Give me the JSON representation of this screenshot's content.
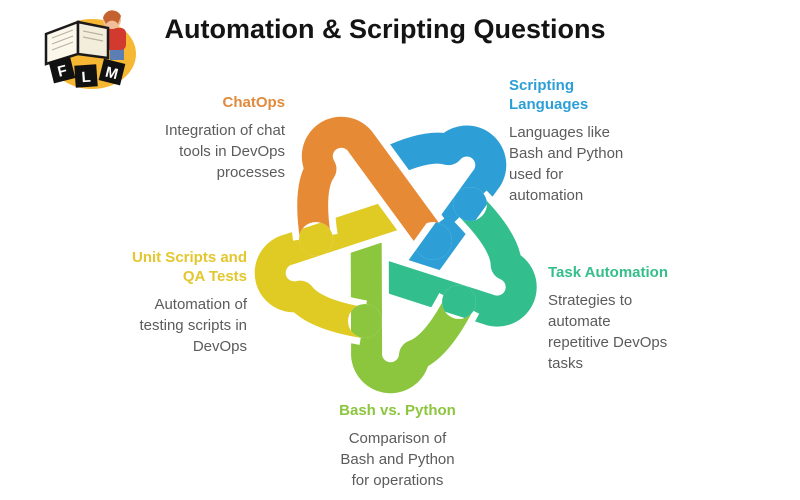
{
  "header": {
    "title": "Automation & Scripting Questions",
    "logo_letters": [
      "F",
      "L",
      "M"
    ]
  },
  "sections": [
    {
      "id": "chatops",
      "heading_lines": [
        "ChatOps"
      ],
      "body_lines": [
        "Integration of chat",
        "tools in DevOps",
        "processes"
      ],
      "color": "#e08a3c",
      "align": "right"
    },
    {
      "id": "scripting-languages",
      "heading_lines": [
        "Scripting",
        "Languages"
      ],
      "body_lines": [
        "Languages like",
        "Bash and Python",
        "used for",
        "automation"
      ],
      "color": "#2d9fd6",
      "align": "left"
    },
    {
      "id": "task-automation",
      "heading_lines": [
        "Task Automation"
      ],
      "body_lines": [
        "Strategies to",
        "automate",
        "repetitive DevOps",
        "tasks"
      ],
      "color": "#35be8c",
      "align": "left"
    },
    {
      "id": "bash-vs-python",
      "heading_lines": [
        "Bash vs. Python"
      ],
      "body_lines": [
        "Comparison of",
        "Bash and Python",
        "for operations"
      ],
      "color": "#8cc53e",
      "align": "center"
    },
    {
      "id": "unit-scripts-qa-tests",
      "heading_lines": [
        "Unit Scripts and",
        "QA Tests"
      ],
      "body_lines": [
        "Automation of",
        "testing scripts in",
        "DevOps"
      ],
      "color": "#e3c72f",
      "align": "right"
    }
  ],
  "knot": {
    "colors": {
      "orange": "#e78a35",
      "blue": "#2d9fd6",
      "teal": "#33be8e",
      "green": "#8cc63f",
      "yellow": "#e0ca24"
    }
  }
}
